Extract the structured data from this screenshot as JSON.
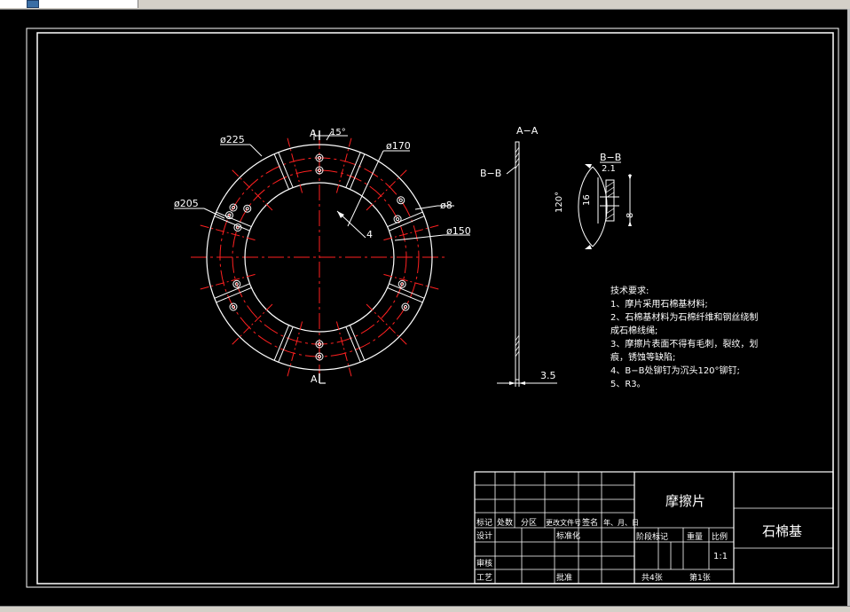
{
  "drawing": {
    "dims": {
      "d225": "ø225",
      "d170": "ø170",
      "d205": "ø205",
      "d8": "ø8",
      "d150": "ø150",
      "angle15": "15°",
      "dim4": "4",
      "thickness": "3.5",
      "bb_21": "2.1",
      "bb_16": "16",
      "bb_8": "8",
      "bb_angle": "120°"
    },
    "labels": {
      "section_a_top": "A",
      "section_a_bottom": "A",
      "aa_title": "A−A",
      "bb_ref": "B−B",
      "bb_title": "B−B"
    },
    "notes": {
      "title": "技术要求:",
      "lines": [
        "1、摩片采用石棉基材料;",
        "2、石棉基材料为石棉纤维和钢丝绕制",
        "成石棉线绳;",
        "3、摩擦片表面不得有毛刺，裂纹，划",
        "痕，锈蚀等缺陷;",
        "4、B−B处铆钉为沉头120°铆钉;",
        "5、R3。"
      ]
    },
    "titleblock": {
      "part_name": "摩擦片",
      "material": "石棉基",
      "scale": "1:1",
      "headers": [
        "标记",
        "处数",
        "分区",
        "更改文件号",
        "签名",
        "年、月、日"
      ],
      "design": "设计",
      "standardize": "标准化",
      "review": "审核",
      "process": "工艺",
      "approve": "批准",
      "stage_label": "阶段标记",
      "weight_label": "重量",
      "scale_label": "比例",
      "sheets_total": "共4张",
      "sheet_no": "第1张"
    },
    "colors": {
      "outline": "#ffffff",
      "centerline": "#ff2020",
      "dimension": "#ffffff"
    }
  }
}
